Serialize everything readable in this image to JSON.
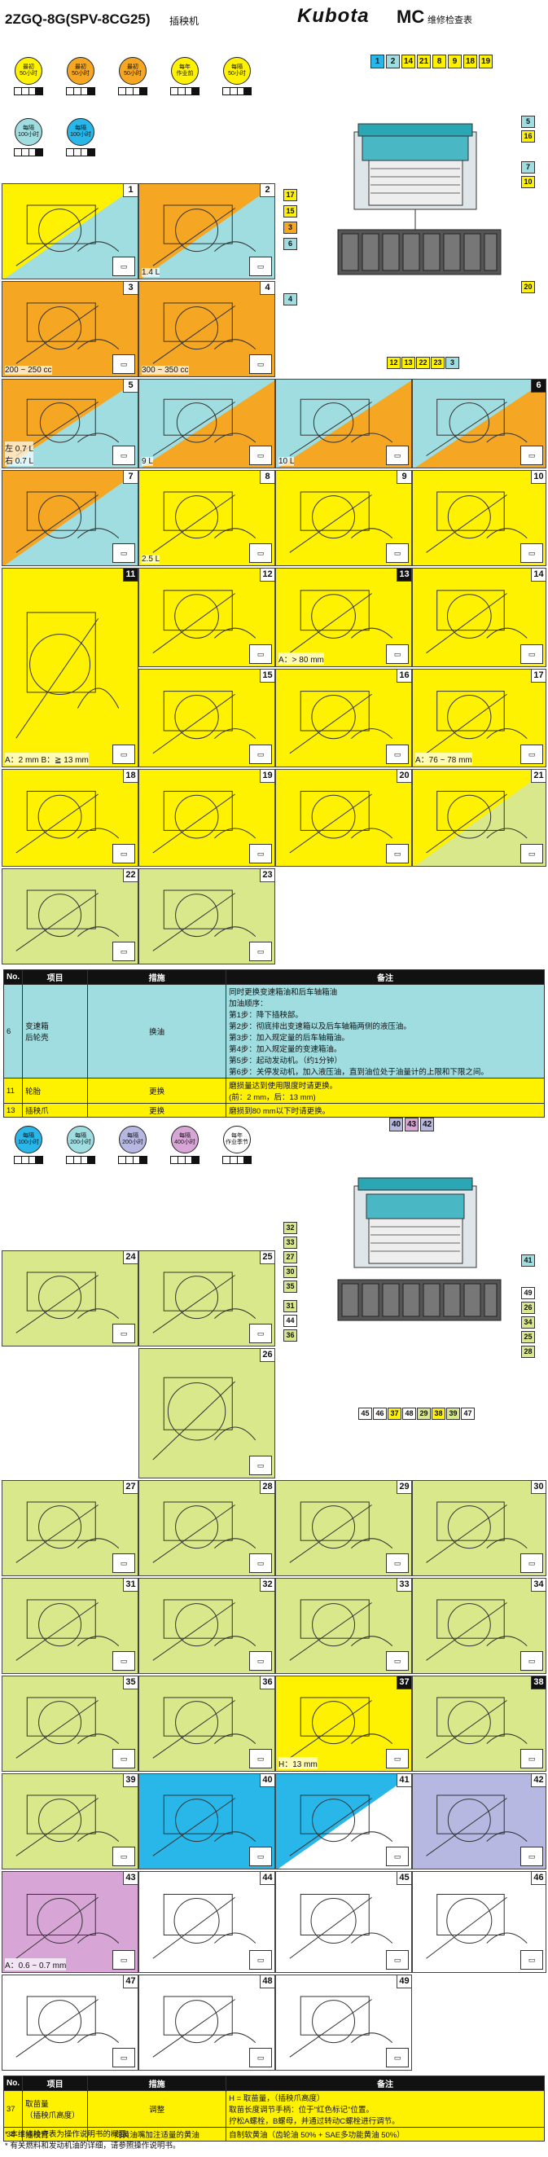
{
  "header": {
    "model": "2ZGQ-8G(SPV-8CG25)",
    "subtitle": "插秧机",
    "brand": "Kubota",
    "mc": "MC",
    "sheet": "维修检查表"
  },
  "colors": {
    "orange": "#f5a623",
    "yellow": "#fff200",
    "teal": "#9fdde0",
    "lime": "#d8e88a",
    "blue": "#29b6e8",
    "lavender": "#b7b8e2",
    "magenta": "#d7a6d6"
  },
  "icons_top": [
    {
      "text": "最初\n50小时",
      "color": "#fff200"
    },
    {
      "text": "最初\n50小时",
      "color": "#f5a623"
    },
    {
      "text": "最初\n50小时",
      "color": "#f5a623"
    },
    {
      "text": "每年\n作业前",
      "color": "#fff200"
    },
    {
      "text": "每隔\n50小时",
      "color": "#fff200"
    }
  ],
  "icons_top2": [
    {
      "text": "每隔\n100小时",
      "color": "#9fdde0"
    },
    {
      "text": "每隔\n100小时",
      "color": "#29b6e8"
    }
  ],
  "badges_top": [
    "1",
    "2",
    "14",
    "21",
    "8",
    "9",
    "18",
    "19"
  ],
  "tags_top": {
    "t5": "5",
    "t16": "16",
    "t7": "7",
    "t10": "10",
    "t17": "17",
    "t15": "15",
    "t3": "3",
    "t6": "6",
    "t4": "4",
    "t20": "20",
    "t12": "12",
    "t13": "13",
    "t22": "22",
    "t23": "23",
    "t3b": "3"
  },
  "cells_top": [
    {
      "n": "1",
      "note": ""
    },
    {
      "n": "2",
      "note": "1.4 L"
    },
    {
      "n": "3",
      "note": "200 ~ 250 cc"
    },
    {
      "n": "4",
      "note": "300 ~ 350 cc"
    },
    {
      "n": "5",
      "note": "左 0.7 L\n右 0.7 L"
    },
    {
      "n": "",
      "note": "9 L"
    },
    {
      "n": "",
      "note": "10 L"
    },
    {
      "n": "6",
      "note": ""
    },
    {
      "n": "7",
      "note": ""
    },
    {
      "n": "8",
      "note": "2.5 L"
    },
    {
      "n": "9",
      "note": ""
    },
    {
      "n": "10",
      "note": ""
    },
    {
      "n": "11",
      "note": "A：2 mm B：≧ 13 mm"
    },
    {
      "n": "12",
      "note": ""
    },
    {
      "n": "13",
      "note": "A：> 80 mm"
    },
    {
      "n": "14",
      "note": ""
    },
    {
      "n": "15",
      "note": ""
    },
    {
      "n": "16",
      "note": ""
    },
    {
      "n": "17",
      "note": "A：76 ~ 78 mm"
    },
    {
      "n": "18",
      "note": ""
    },
    {
      "n": "19",
      "note": ""
    },
    {
      "n": "20",
      "note": ""
    },
    {
      "n": "21",
      "note": ""
    },
    {
      "n": "22",
      "note": ""
    },
    {
      "n": "23",
      "note": ""
    }
  ],
  "table1": {
    "headers": [
      "No.",
      "项目",
      "措施",
      "备注"
    ],
    "rows": [
      {
        "no": "6",
        "item": "变速箱\n后轮壳",
        "action": "换油",
        "note": "同时更换变速箱油和后车轴箱油\n加油顺序：\n第1步：降下插秧部。\n第2步：彻底排出变速箱以及后车轴箱两侧的液压油。\n第3步：加入规定量的后车轴箱油。\n第4步：加入规定量的变速箱油。\n第5步：起动发动机。（约1分钟）\n第6步：关停发动机，加入液压油，直到油位处于油量计的上限和下限之间。"
      },
      {
        "no": "11",
        "item": "轮胎",
        "action": "更换",
        "note": "磨损量达到使用限度时请更换。\n(前：2 mm，后：13 mm)"
      },
      {
        "no": "13",
        "item": "插秧爪",
        "action": "更换",
        "note": "磨损到80 mm以下时请更换。"
      }
    ]
  },
  "icons_mid": [
    {
      "text": "每隔\n100小时",
      "color": "#29b6e8"
    },
    {
      "text": "每隔\n200小时",
      "color": "#9fdde0"
    },
    {
      "text": "每隔\n200小时",
      "color": "#b7b8e2"
    },
    {
      "text": "每隔\n400小时",
      "color": "#d7a6d6"
    },
    {
      "text": "每年\n作业季节",
      "color": "#ffffff"
    }
  ],
  "badges_mid": [
    "40",
    "43",
    "42"
  ],
  "tags_mid": {
    "a32": "32",
    "a33": "33",
    "a27": "27",
    "a30": "30",
    "a35": "35",
    "a31": "31",
    "a44": "44",
    "a36": "36",
    "a41": "41",
    "a49": "49",
    "a26": "26",
    "a34": "34",
    "a25": "25",
    "a28": "28",
    "b45": "45",
    "b46": "46",
    "b37": "37",
    "b48": "48",
    "b29": "29",
    "b38": "38",
    "b39": "39",
    "b47": "47"
  },
  "cells_bot": [
    {
      "n": "24",
      "note": ""
    },
    {
      "n": "25",
      "note": ""
    },
    {
      "n": "26",
      "note": ""
    },
    {
      "n": "27",
      "note": ""
    },
    {
      "n": "28",
      "note": ""
    },
    {
      "n": "29",
      "note": ""
    },
    {
      "n": "30",
      "note": ""
    },
    {
      "n": "31",
      "note": ""
    },
    {
      "n": "32",
      "note": ""
    },
    {
      "n": "33",
      "note": ""
    },
    {
      "n": "34",
      "note": ""
    },
    {
      "n": "35",
      "note": ""
    },
    {
      "n": "36",
      "note": ""
    },
    {
      "n": "37",
      "note": "H：13 mm"
    },
    {
      "n": "38",
      "note": ""
    },
    {
      "n": "39",
      "note": ""
    },
    {
      "n": "40",
      "note": ""
    },
    {
      "n": "41",
      "note": ""
    },
    {
      "n": "42",
      "note": ""
    },
    {
      "n": "43",
      "note": "A：0.6 ~ 0.7 mm"
    },
    {
      "n": "44",
      "note": ""
    },
    {
      "n": "45",
      "note": ""
    },
    {
      "n": "46",
      "note": ""
    },
    {
      "n": "47",
      "note": ""
    },
    {
      "n": "48",
      "note": ""
    },
    {
      "n": "49",
      "note": ""
    }
  ],
  "table2": {
    "headers": [
      "No.",
      "项目",
      "措施",
      "备注"
    ],
    "rows": [
      {
        "no": "37",
        "item": "取苗量\n（插秧爪高度）",
        "action": "调整",
        "note": "H = 取苗量，（插秧爪高度）\n取苗长度调节手柄：位于\"红色标记\"位置。\n拧松A螺栓，B螺母，并通过转动C螺栓进行调节。"
      },
      {
        "no": "38",
        "item": "插秧臂",
        "action": "向黄油嘴加注适量的黄油",
        "note": "自制软黄油（齿轮油 50% + SAE多功能黄油 50%）"
      }
    ]
  },
  "footer": [
    "* 本维修检查表为操作说明书的概要。",
    "* 有关燃料和发动机油的详细，请参照操作说明书。"
  ]
}
